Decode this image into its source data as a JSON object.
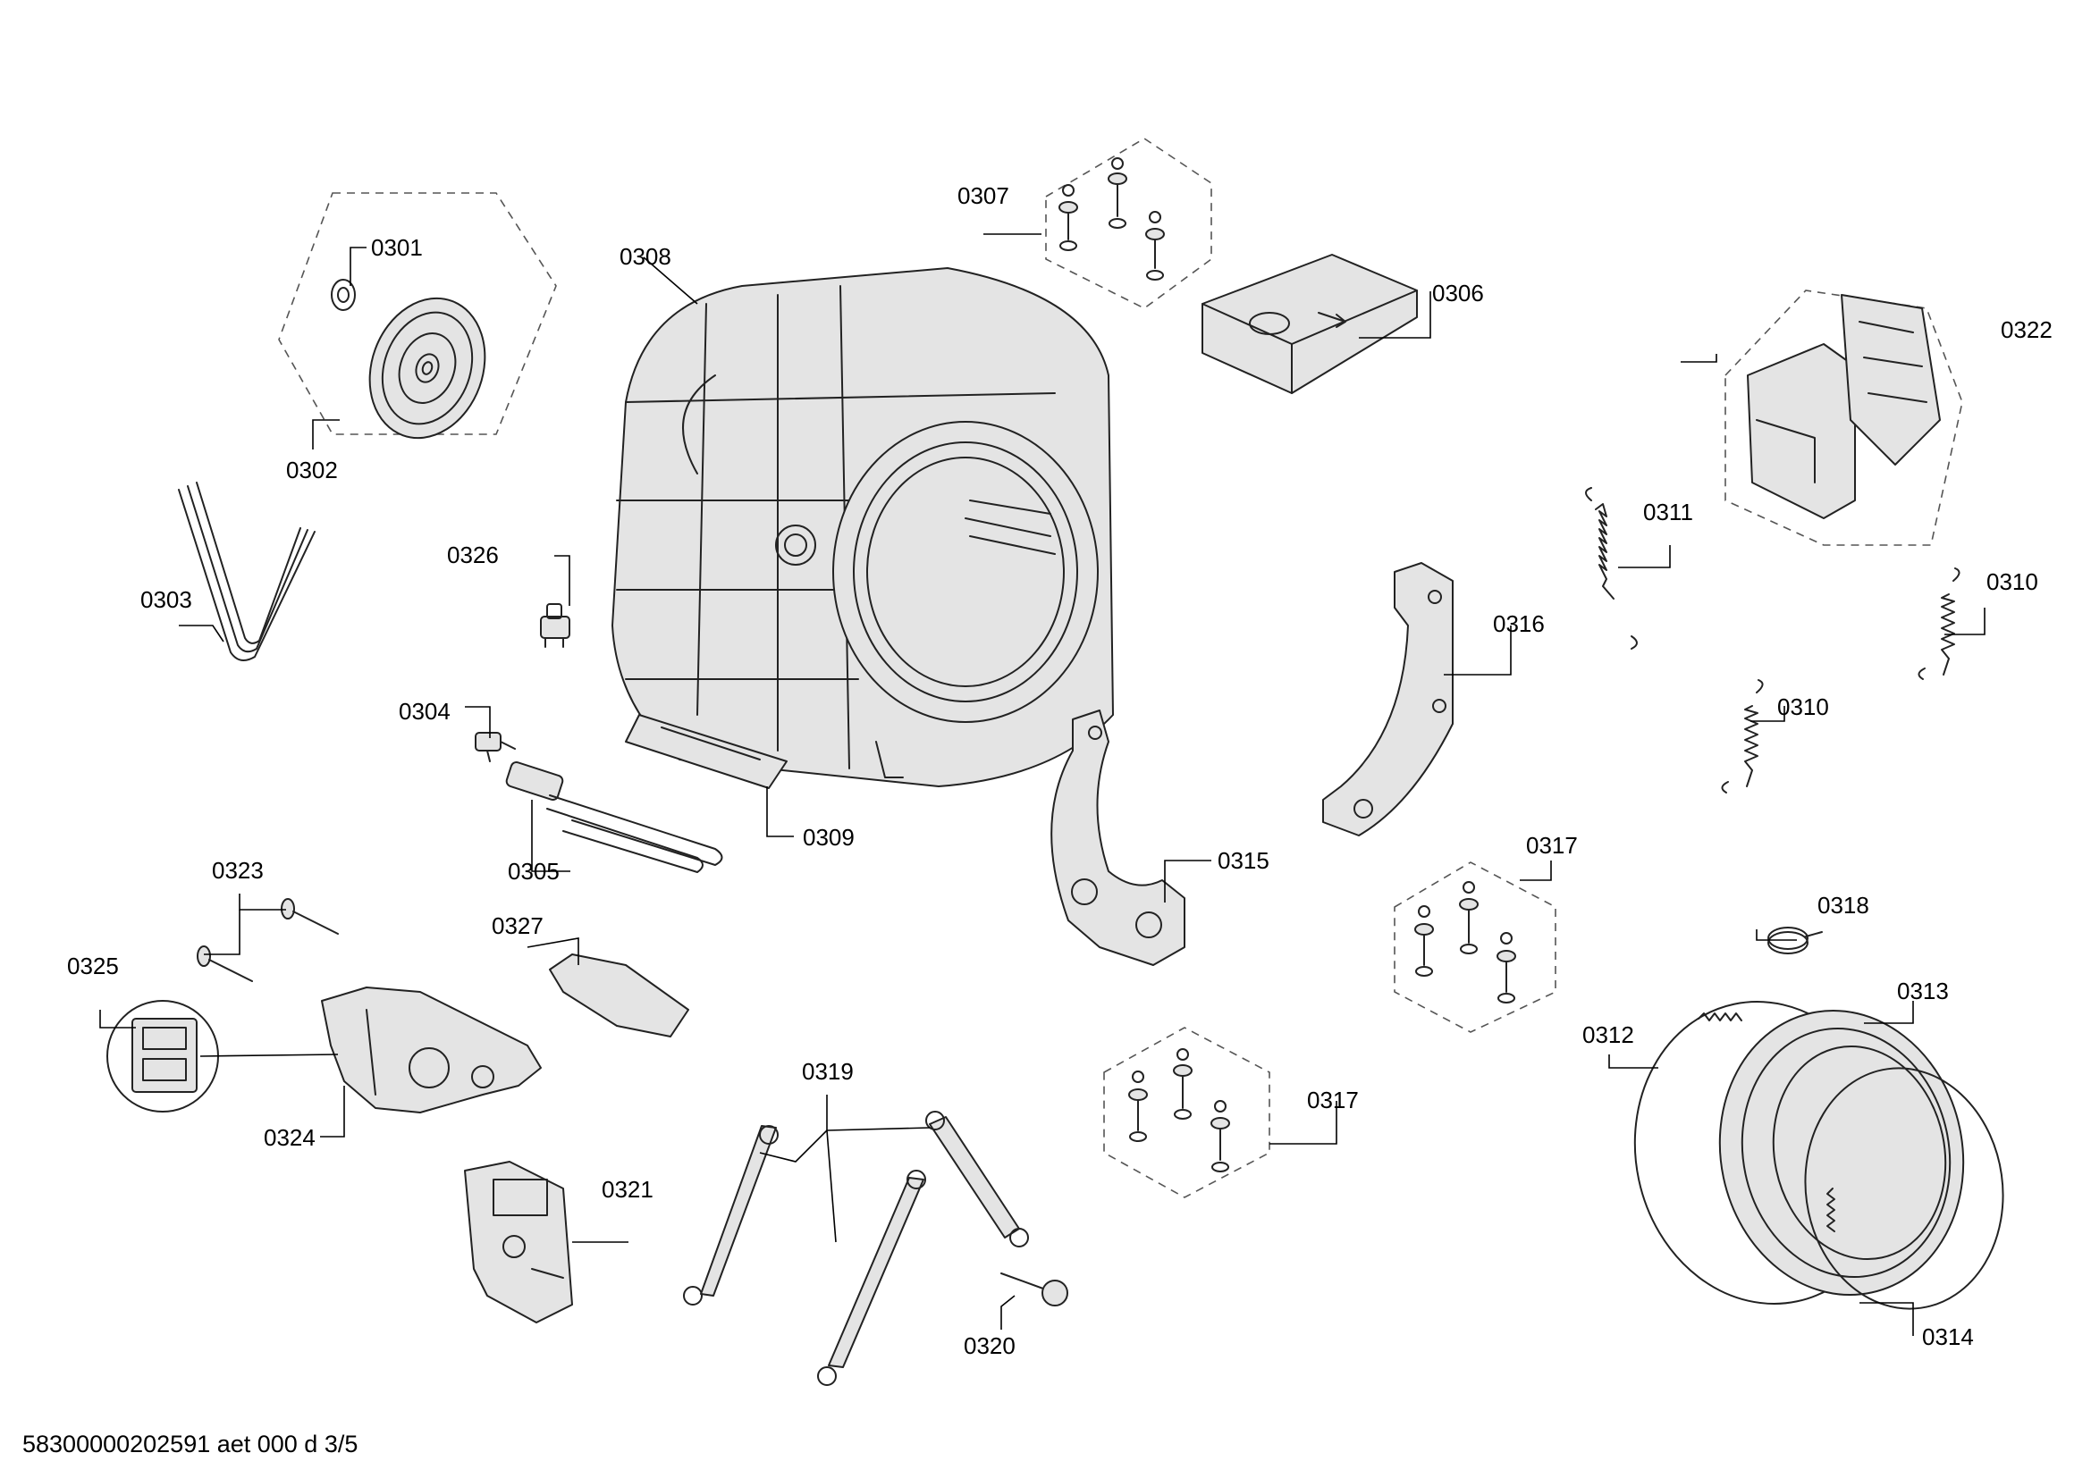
{
  "labels": {
    "p0301": "0301",
    "p0302": "0302",
    "p0303": "0303",
    "p0304": "0304",
    "p0305": "0305",
    "p0306": "0306",
    "p0307": "0307",
    "p0308": "0308",
    "p0309": "0309",
    "p0310a": "0310",
    "p0310b": "0310",
    "p0311": "0311",
    "p0312": "0312",
    "p0313": "0313",
    "p0314": "0314",
    "p0315": "0315",
    "p0316": "0316",
    "p0317a": "0317",
    "p0317b": "0317",
    "p0318": "0318",
    "p0319": "0319",
    "p0320": "0320",
    "p0321": "0321",
    "p0322": "0322",
    "p0323": "0323",
    "p0324": "0324",
    "p0325": "0325",
    "p0326": "0326",
    "p0327": "0327"
  },
  "footer": "58300000202591 aet 000 d 3/5"
}
